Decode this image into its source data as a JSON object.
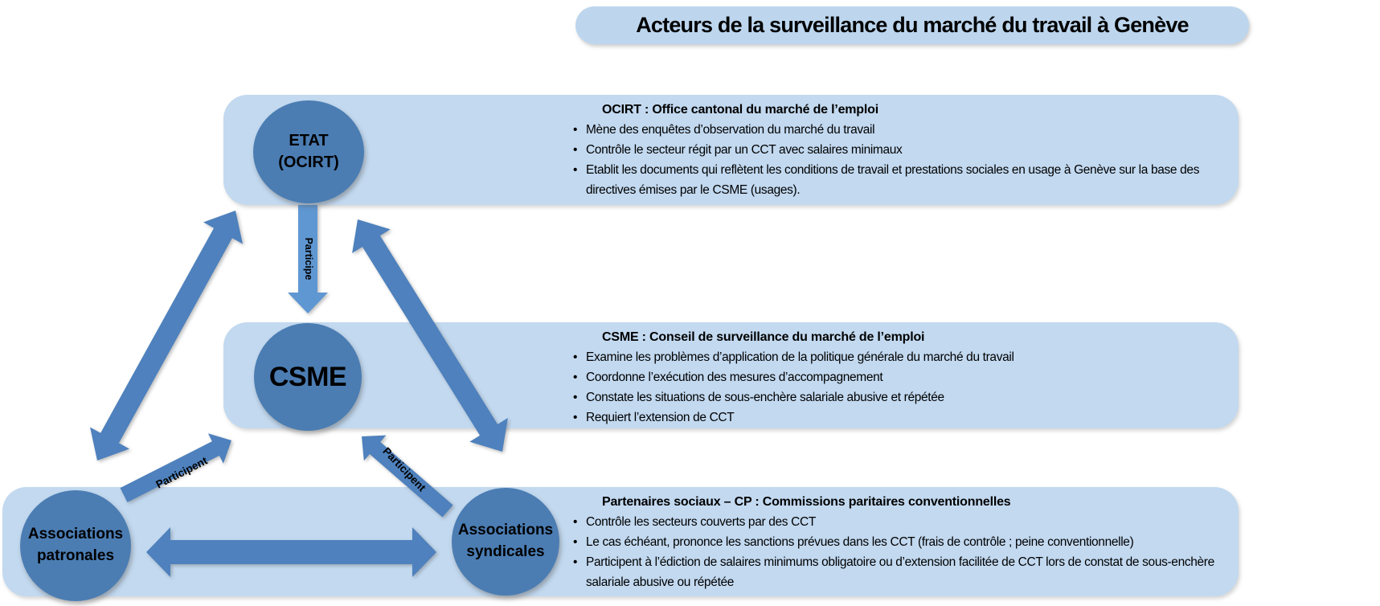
{
  "title_banner": {
    "text": "Acteurs de la surveillance du marché du travail à Genève"
  },
  "circles": {
    "etat": {
      "line1": "ETAT",
      "line2": "(OCIRT)"
    },
    "csme": {
      "label": "CSME"
    },
    "patronales": {
      "line1": "Associations",
      "line2": "patronales"
    },
    "syndicales": {
      "line1": "Associations",
      "line2": "syndicales"
    }
  },
  "arrow_labels": {
    "etat_to_csme": "Participe",
    "patronales_to_csme": "Participent",
    "syndicales_to_csme": "Participent"
  },
  "info_boxes": [
    {
      "id": "ocirt",
      "header": "OCIRT : Office cantonal du marché de l’emploi",
      "bullets": [
        "Mène des enquêtes d’observation du marché du travail",
        "Contrôle le secteur régit par un CCT avec salaires minimaux",
        "Etablit les documents qui reflètent les conditions de travail et prestations sociales en usage à Genève sur la base des directives émises par le CSME (usages)."
      ]
    },
    {
      "id": "csme",
      "header": "CSME : Conseil de surveillance du marché de l’emploi",
      "bullets": [
        "Examine les problèmes d’application de la politique générale du marché du travail",
        "Coordonne l’exécution des mesures d’accompagnement",
        "Constate les situations de sous-enchère salariale abusive et répétée",
        "Requiert l’extension de CCT"
      ]
    },
    {
      "id": "partenaires",
      "header": "Partenaires sociaux – CP : Commissions paritaires conventionnelles",
      "bullets": [
        "Contrôle les secteurs couverts par des CCT",
        "Le cas échéant, prononce les sanctions prévues dans les CCT (frais de contrôle ; peine conventionnelle)",
        "Participent à l’édiction de salaires minimums obligatoire ou d’extension facilitée de CCT lors de constat de sous-enchère salariale abusive ou répétée"
      ]
    }
  ],
  "colors": {
    "box_fill": "#c2d9f0",
    "banner_fill": "#bdd6ee",
    "node_fill": "#4b7db3",
    "arrow_fill": "#4e81bd",
    "arrow_light_fill": "#5f97d2",
    "text": "#000000"
  }
}
